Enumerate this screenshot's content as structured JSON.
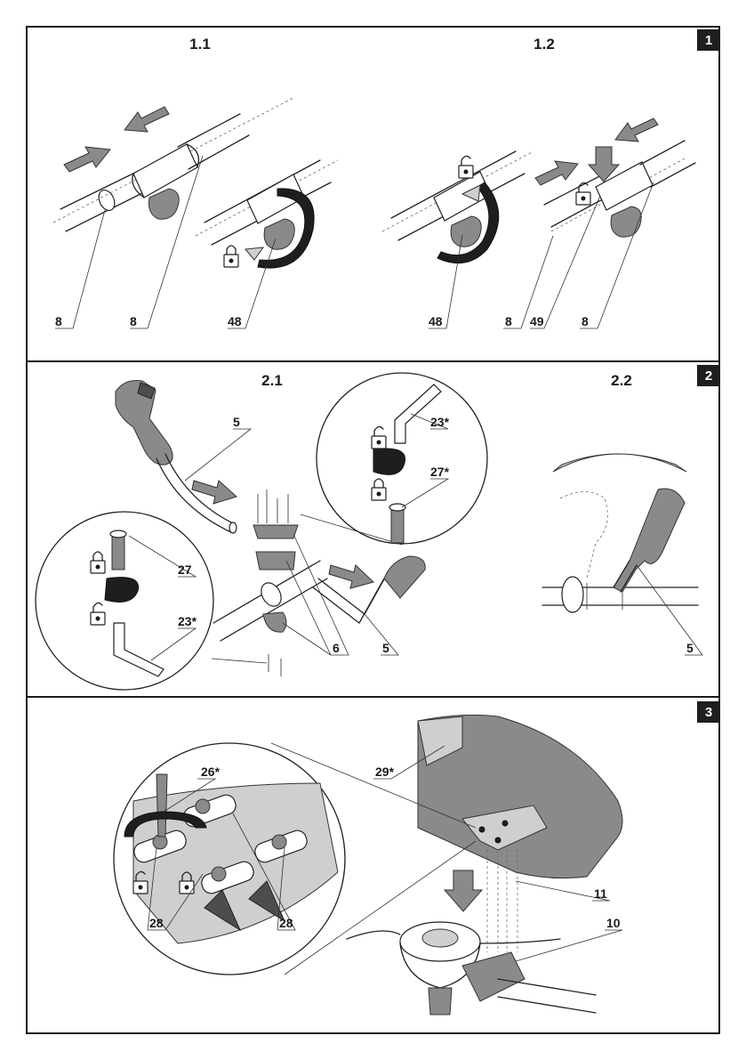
{
  "sections": [
    {
      "badge": "1",
      "steps": [
        "1.1",
        "1.2"
      ]
    },
    {
      "badge": "2",
      "steps": [
        "2.1",
        "2.2"
      ]
    },
    {
      "badge": "3",
      "steps": []
    }
  ],
  "callouts": {
    "s1": [
      "8",
      "8",
      "48",
      "48",
      "8",
      "49",
      "8"
    ],
    "s2": [
      "5",
      "23*",
      "27*",
      "27",
      "23*",
      "6",
      "5",
      "5"
    ],
    "s3": [
      "26*",
      "29*",
      "28",
      "28",
      "11",
      "10"
    ]
  },
  "icons": [
    "arrow-icon",
    "padlock-locked-icon",
    "padlock-unlocked-icon",
    "rotation-arrow-icon",
    "hex-key-icon",
    "magnifier-circle-icon"
  ]
}
